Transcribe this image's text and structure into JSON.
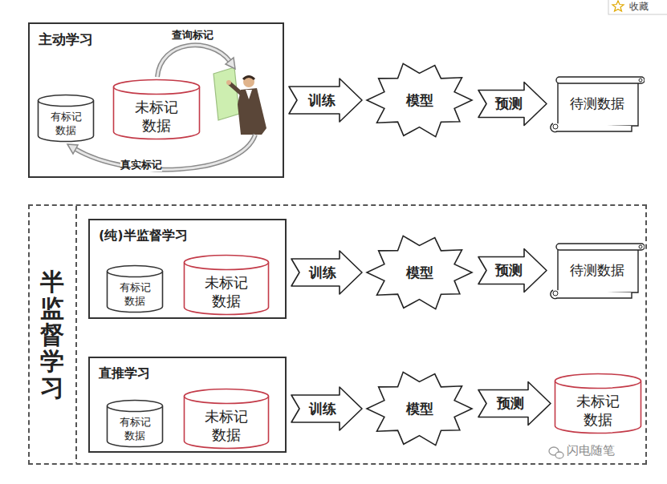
{
  "diagram": {
    "nodes": [
      {
        "text": [
          "主动学习"
        ]
      },
      {
        "text": [
          "有标记数据"
        ],
        "in": 0
      },
      {
        "text": [
          "未标记数据"
        ],
        "in": 0
      },
      {
        "text": [
          "模型"
        ]
      },
      {
        "text": [
          "待测数据"
        ]
      },
      {
        "text": [
          "半监督学习"
        ]
      },
      {
        "text": [
          "(纯)半监督学习"
        ],
        "in": 5
      },
      {
        "text": [
          "有标记数据"
        ],
        "in": 6
      },
      {
        "text": [
          "未标记数据"
        ],
        "in": 6
      },
      {
        "text": [
          "模型"
        ],
        "in": 5
      },
      {
        "text": [
          "待测数据"
        ],
        "in": 5
      },
      {
        "text": [
          "直推学习"
        ],
        "in": 5
      },
      {
        "text": [
          "有标记数据"
        ],
        "in": 11
      },
      {
        "text": [
          "未标记数据"
        ],
        "in": 11
      },
      {
        "text": [
          "模型"
        ],
        "in": 5
      },
      {
        "text": [
          "未标记数据"
        ],
        "in": 5
      }
    ],
    "edges": [
      {
        "from": 0,
        "to": 3,
        "label": "训练",
        "arrow": "to"
      },
      {
        "from": 3,
        "to": 4,
        "label": "预测",
        "arrow": "to"
      },
      {
        "from": 6,
        "to": 9,
        "label": "训练",
        "arrow": "to"
      },
      {
        "from": 9,
        "to": 10,
        "label": "预测",
        "arrow": "to"
      },
      {
        "from": 11,
        "to": 14,
        "label": "训练",
        "arrow": "to"
      },
      {
        "from": 14,
        "to": 15,
        "label": "预测",
        "arrow": "to"
      }
    ],
    "labels": [
      "收藏",
      "查询标记",
      "真实标记",
      "闪电随笔"
    ]
  }
}
